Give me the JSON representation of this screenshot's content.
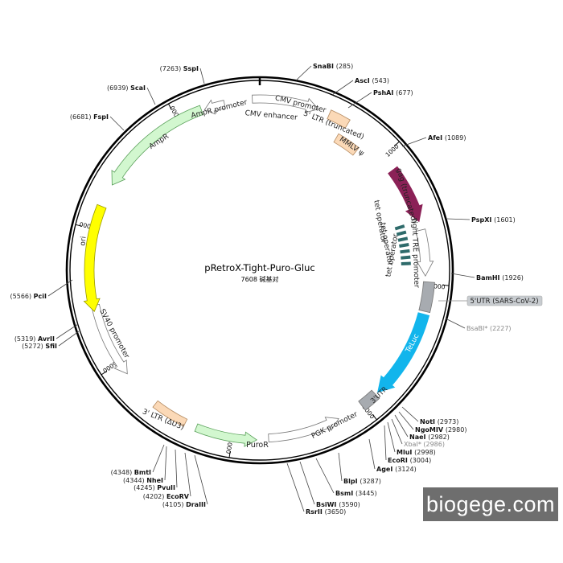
{
  "plasmid": {
    "name": "pRetroX-Tight-Puro-Gluc",
    "size_label": "7608 碱基对",
    "length": 7608
  },
  "ticks": [
    {
      "label": "1000",
      "pos": 1000
    },
    {
      "label": "2000",
      "pos": 2000
    },
    {
      "label": "3000",
      "pos": 3000
    },
    {
      "label": "4000",
      "pos": 4000
    },
    {
      "label": "5000",
      "pos": 5000
    },
    {
      "label": "6000",
      "pos": 6000
    },
    {
      "label": "7000",
      "pos": 7000
    }
  ],
  "sites": [
    {
      "name": "SnaBI",
      "pos": "(285)",
      "side": "R"
    },
    {
      "name": "AscI",
      "pos": "(543)",
      "side": "R"
    },
    {
      "name": "PshAI",
      "pos": "(677)",
      "side": "R"
    },
    {
      "name": "AfeI",
      "pos": "(1089)",
      "side": "R"
    },
    {
      "name": "PspXI",
      "pos": "(1601)",
      "side": "R"
    },
    {
      "name": "BamHI",
      "pos": "(1926)",
      "side": "R"
    },
    {
      "name": "BsaBI*",
      "pos": "(2227)",
      "side": "R",
      "grey": true
    },
    {
      "name": "NotI",
      "pos": "(2973)",
      "side": "R"
    },
    {
      "name": "NgoMIV",
      "pos": "(2980)",
      "side": "R"
    },
    {
      "name": "NaeI",
      "pos": "(2982)",
      "side": "R"
    },
    {
      "name": "XbaI*",
      "pos": "(2986)",
      "side": "R",
      "grey": true
    },
    {
      "name": "MluI",
      "pos": "(2998)",
      "side": "R"
    },
    {
      "name": "EcoRI",
      "pos": "(3004)",
      "side": "R"
    },
    {
      "name": "AgeI",
      "pos": "(3124)",
      "side": "R"
    },
    {
      "name": "BlpI",
      "pos": "(3287)",
      "side": "R"
    },
    {
      "name": "BsmI",
      "pos": "(3445)",
      "side": "R"
    },
    {
      "name": "BsiWI",
      "pos": "(3590)",
      "side": "R"
    },
    {
      "name": "RsrII",
      "pos": "(3650)",
      "side": "R"
    },
    {
      "name": "DraIII",
      "pos": "(4105)",
      "side": "L"
    },
    {
      "name": "EcoRV",
      "pos": "(4202)",
      "side": "L"
    },
    {
      "name": "PvuII",
      "pos": "(4245)",
      "side": "L"
    },
    {
      "name": "NheI",
      "pos": "(4344)",
      "side": "L"
    },
    {
      "name": "BmtI",
      "pos": "(4348)",
      "side": "L"
    },
    {
      "name": "SfiI",
      "pos": "(5272)",
      "side": "L"
    },
    {
      "name": "AvrII",
      "pos": "(5319)",
      "side": "L"
    },
    {
      "name": "PciI",
      "pos": "(5566)",
      "side": "L"
    },
    {
      "name": "FspI",
      "pos": "(6681)",
      "side": "L"
    },
    {
      "name": "ScaI",
      "pos": "(6939)",
      "side": "L"
    },
    {
      "name": "SspI",
      "pos": "(7263)",
      "side": "L"
    }
  ],
  "features": {
    "cmv_promoter": "CMV promoter",
    "cmv_enhancer": "CMV enhancer",
    "ltr5": "5' LTR (truncated)",
    "mmlv": "MMLV ψ",
    "gag": "gag (truncated)",
    "tet_operator": "tet operator",
    "tight_tre": "tight TRE promoter",
    "utr5": "5'UTR (SARS-CoV-2)",
    "teluc": "TeLuc",
    "utr3": "3'UTR",
    "pgk": "PGK promoter",
    "puror": "PuroR",
    "ltr3": "3' LTR (ΔU3)",
    "sv40": "SV40 promoter",
    "ori": "ori",
    "ampr": "AmpR",
    "ampr_promoter": "AmpR promoter"
  },
  "colors": {
    "cmv": "#ffffff",
    "ltr": "#fbd9b7",
    "gag": "#8b2157",
    "tet": "#2e6b6b",
    "tre": "#ffffff",
    "utr": "#a7abb0",
    "teluc": "#12b5ec",
    "pgk": "#ffffff",
    "puror": "#d2f7cf",
    "ori": "#ffff00",
    "ampr": "#d2f7cf"
  },
  "watermark": "biogege.com"
}
